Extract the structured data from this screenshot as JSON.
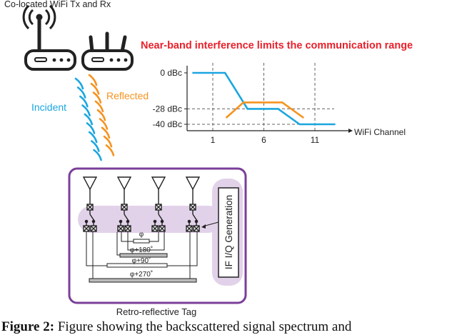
{
  "top_label": "Co-located WiFi Tx and Rx",
  "headline": "Near-band interference limits the communication range",
  "signals": {
    "incident": "Incident",
    "reflected": "Reflected"
  },
  "colors": {
    "incident": "#1aa6e0",
    "reflected": "#f5931f",
    "headline": "#e8212b",
    "tag_border": "#7b3f98",
    "tag_fill": "#e2d2e9"
  },
  "chart_data": {
    "type": "line",
    "y_ticks": [
      "0 dBc",
      "-28 dBc",
      "-40 dBc"
    ],
    "y_values": [
      0,
      -28,
      -40
    ],
    "x_ticks": [
      "1",
      "6",
      "11"
    ],
    "x_values": [
      1,
      6,
      11
    ],
    "xlabel": "WiFi Channel",
    "grid": "dashed",
    "series": [
      {
        "color": "#1aa6e0",
        "x": [
          -1,
          2.2,
          4.4,
          5.2,
          7.4,
          9.5,
          13
        ],
        "y": [
          0,
          0,
          -28,
          -28,
          -28,
          -40,
          -40
        ]
      },
      {
        "color": "#f5931f",
        "x": [
          2.3,
          4.0,
          5.2,
          7.8,
          9.9
        ],
        "y": [
          -35,
          -23,
          -23,
          -23,
          -35
        ]
      }
    ]
  },
  "tag": {
    "label": "Retro-reflective Tag",
    "if_block": "IF I/Q Generation",
    "phases": [
      "φ",
      "φ+180˚",
      "φ+90˚",
      "φ+270˚"
    ]
  },
  "caption": {
    "figure_no": "Figure 2:",
    "text": " Figure showing the backscattered signal spectrum and"
  }
}
